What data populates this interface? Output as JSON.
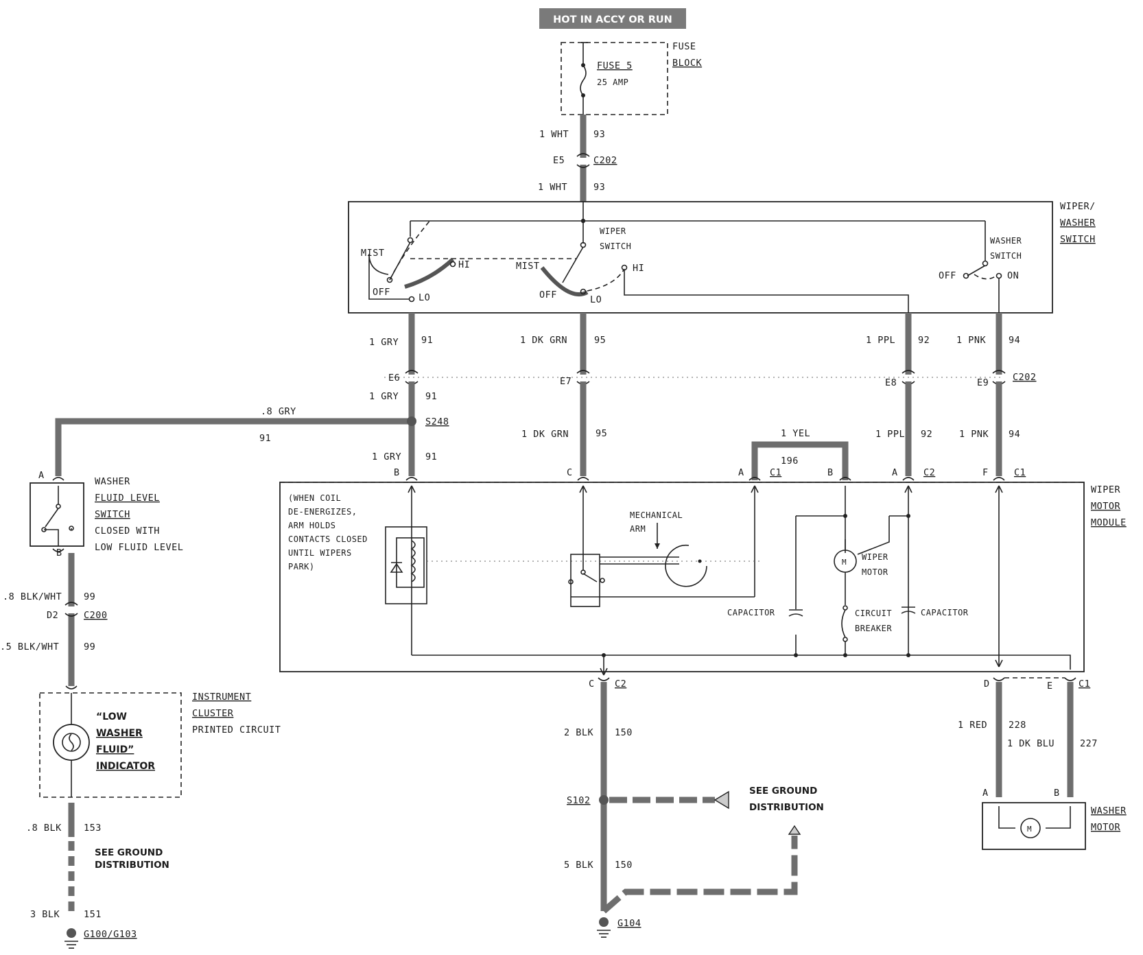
{
  "header": {
    "hot_label": "HOT IN ACCY OR RUN"
  },
  "fuse": {
    "block_line1": "FUSE",
    "block_line2": "BLOCK",
    "name": "FUSE 5",
    "rating": "25 AMP"
  },
  "wires": {
    "w93a_gauge": "1 WHT",
    "w93a_num": "93",
    "c202_top_pin": "E5",
    "c202_top": "C202",
    "w93b_gauge": "1 WHT",
    "w93b_num": "93",
    "w91_gauge": "1 GRY",
    "w91_num": "91",
    "w95_gauge": "1 DK GRN",
    "w95_num": "95",
    "w92_gauge": "1 PPL",
    "w92_num": "92",
    "w94_gauge": "1 PNK",
    "w94_num": "94",
    "pin_e6": "E6",
    "pin_e7": "E7",
    "pin_e8": "E8",
    "pin_e9": "E9",
    "c202_mid": "C202",
    "w91b_gauge": "1 GRY",
    "w91b_num": "91",
    "s248": "S248",
    "w8gry_gauge": ".8 GRY",
    "w8gry_num": "91",
    "w95b_gauge": "1 DK GRN",
    "w95b_num": "95",
    "w92b_gauge": "1 PPL",
    "w92b_num": "92",
    "w94b_gauge": "1 PNK",
    "w94b_num": "94",
    "w91c_gauge": "1 GRY",
    "w91c_num": "91",
    "yel_gauge": "1 YEL",
    "yel_num": "196",
    "w99a_gauge": ".8 BLK/WHT",
    "w99a_num": "99",
    "c200_pin": "D2",
    "c200": "C200",
    "w99b_gauge": ".5 BLK/WHT",
    "w99b_num": "99",
    "w153_gauge": ".8 BLK",
    "w153_num": "153",
    "w151_gauge": "3 BLK",
    "w151_num": "151",
    "g100": "G100/G103",
    "w150a_gauge": "2 BLK",
    "w150a_num": "150",
    "s102": "S102",
    "w150b_gauge": "5 BLK",
    "w150b_num": "150",
    "g104": "G104",
    "w228_gauge": "1 RED",
    "w228_num": "228",
    "w227_gauge": "1 DK BLU",
    "w227_num": "227"
  },
  "switch": {
    "label_1": "WIPER/",
    "label_2": "WASHER",
    "label_3": "SWITCH",
    "wiper_1": "WIPER",
    "wiper_2": "SWITCH",
    "washer_1": "WASHER",
    "washer_2": "SWITCH",
    "mist_a": "MIST",
    "hi_a": "HI",
    "off_a": "OFF",
    "lo_a": "LO",
    "mist_b": "MIST",
    "hi_b": "HI",
    "off_b": "OFF",
    "lo_b": "LO",
    "off_c": "OFF",
    "on_c": "ON"
  },
  "pins": {
    "b_top": "B",
    "c_top": "C",
    "a_c1": "A",
    "c1_a": "C1",
    "b_c1": "B",
    "a_c2": "A",
    "c2": "C2",
    "f_c1": "F",
    "c1_f": "C1",
    "c_bot": "C",
    "c2_bot": "C2",
    "d_bot": "D",
    "e_bot": "E",
    "c1_bot": "C1",
    "wfl_a": "A",
    "wfl_b": "B",
    "wm_a": "A",
    "wm_b": "B"
  },
  "motor_module": {
    "label_1": "WIPER",
    "label_2": "MOTOR",
    "label_3": "MODULE",
    "note_1": "(WHEN COIL",
    "note_2": "DE-ENERGIZES,",
    "note_3": "ARM HOLDS",
    "note_4": "CONTACTS CLOSED",
    "note_5": "UNTIL WIPERS",
    "note_6": "PARK)",
    "arm_1": "MECHANICAL",
    "arm_2": "ARM",
    "motor_1": "WIPER",
    "motor_2": "MOTOR",
    "cap_left": "CAPACITOR",
    "cap_right": "CAPACITOR",
    "cb_1": "CIRCUIT",
    "cb_2": "BREAKER"
  },
  "washer_switch": {
    "l1": "WASHER",
    "l2": "FLUID LEVEL",
    "l3": "SWITCH",
    "l4": "CLOSED WITH",
    "l5": "LOW FLUID LEVEL"
  },
  "cluster": {
    "l1": "INSTRUMENT",
    "l2": "CLUSTER",
    "l3": "PRINTED CIRCUIT",
    "ind1": "“LOW",
    "ind2": "WASHER",
    "ind3": "FLUID”",
    "ind4": "INDICATOR"
  },
  "ground": {
    "left_1": "SEE GROUND",
    "left_2": "DISTRIBUTION",
    "mid_1": "SEE GROUND",
    "mid_2": "DISTRIBUTION"
  },
  "washer_motor": {
    "l1": "WASHER",
    "l2": "MOTOR"
  }
}
